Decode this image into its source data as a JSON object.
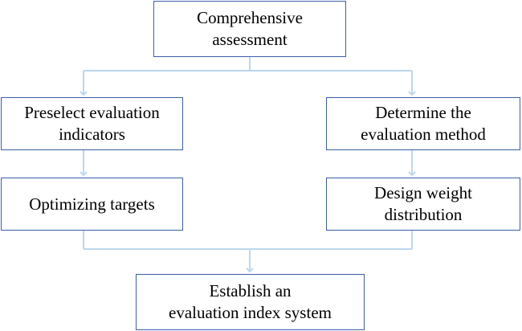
{
  "diagram": {
    "connector_color": "#bdd7ee",
    "border_color": "#3a5fa8",
    "nodes": {
      "top": "Comprehensive\nassessment",
      "preselect": "Preselect evaluation\nindicators",
      "optimize": "Optimizing targets",
      "method": "Determine the\nevaluation method",
      "weight": "Design weight\ndistribution",
      "bottom": "Establish an\nevaluation index system"
    }
  }
}
